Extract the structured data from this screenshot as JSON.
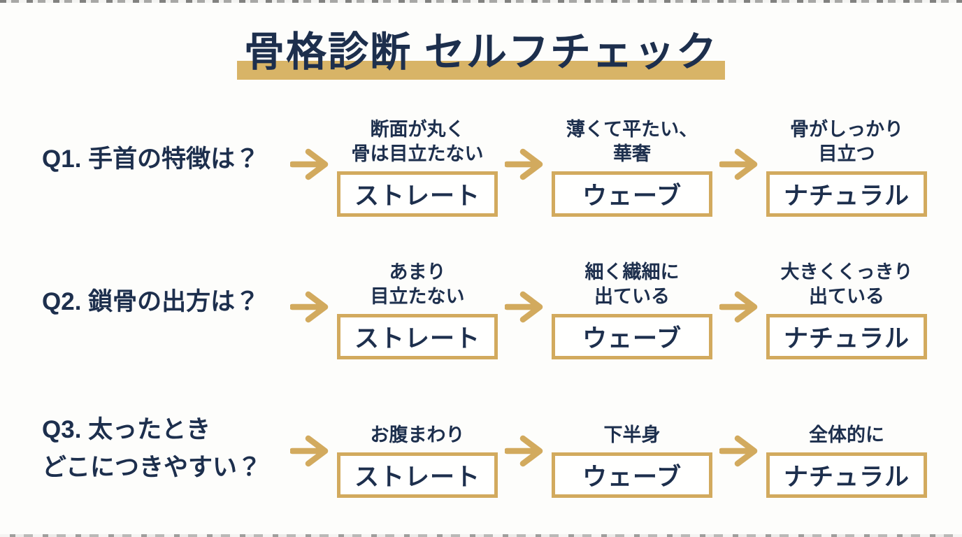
{
  "colors": {
    "background": "#fdfdfb",
    "text_navy": "#1d2f4d",
    "accent_gold": "#d2aa5e",
    "title_highlight_gold": "#d8b467"
  },
  "title": "骨格診断 セルフチェック",
  "rows": [
    {
      "question_lines": [
        "Q1. 手首の特徴は？"
      ],
      "options": [
        {
          "description_lines": [
            "断面が丸く",
            "骨は目立たない"
          ],
          "label": "ストレート"
        },
        {
          "description_lines": [
            "薄くて平たい、",
            "華奢"
          ],
          "label": "ウェーブ"
        },
        {
          "description_lines": [
            "骨がしっかり",
            "目立つ"
          ],
          "label": "ナチュラル"
        }
      ]
    },
    {
      "question_lines": [
        "Q2. 鎖骨の出方は？"
      ],
      "options": [
        {
          "description_lines": [
            "あまり",
            "目立たない"
          ],
          "label": "ストレート"
        },
        {
          "description_lines": [
            "細く繊細に",
            "出ている"
          ],
          "label": "ウェーブ"
        },
        {
          "description_lines": [
            "大きくくっきり",
            "出ている"
          ],
          "label": "ナチュラル"
        }
      ]
    },
    {
      "question_lines": [
        "Q3. 太ったとき",
        "どこにつきやすい？"
      ],
      "options": [
        {
          "description_lines": [
            "お腹まわり"
          ],
          "label": "ストレート"
        },
        {
          "description_lines": [
            "下半身"
          ],
          "label": "ウェーブ"
        },
        {
          "description_lines": [
            "全体的に"
          ],
          "label": "ナチュラル"
        }
      ]
    }
  ]
}
